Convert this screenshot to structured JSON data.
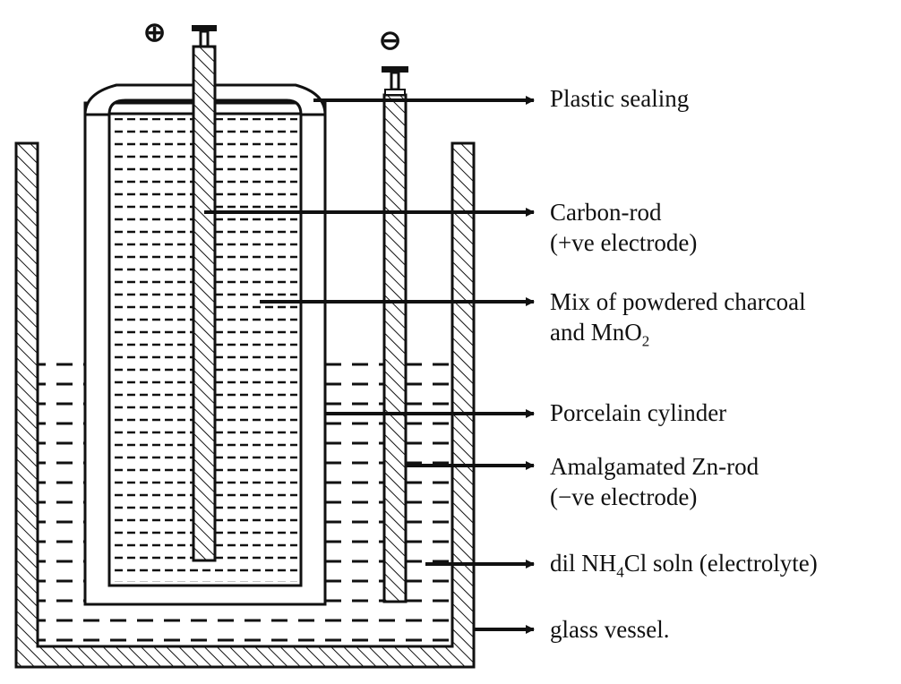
{
  "terminals": {
    "positive": "⊕",
    "negative": "⊖"
  },
  "labels": {
    "plastic_sealing": "Plastic sealing",
    "carbon_rod": "Carbon-rod",
    "carbon_rod_sub": "(+ve electrode)",
    "mix": "Mix of powdered charcoal",
    "mix_sub_prefix": "and MnO",
    "mix_sub_subscript": "2",
    "porcelain": "Porcelain cylinder",
    "zn_rod": "Amalgamated Zn-rod",
    "zn_rod_sub": "(−ve electrode)",
    "electrolyte_prefix": "dil NH",
    "electrolyte_subscript": "4",
    "electrolyte_suffix": "Cl soln (electrolyte)",
    "glass_vessel": "glass vessel."
  },
  "colors": {
    "ink": "#111111",
    "background": "#ffffff"
  }
}
